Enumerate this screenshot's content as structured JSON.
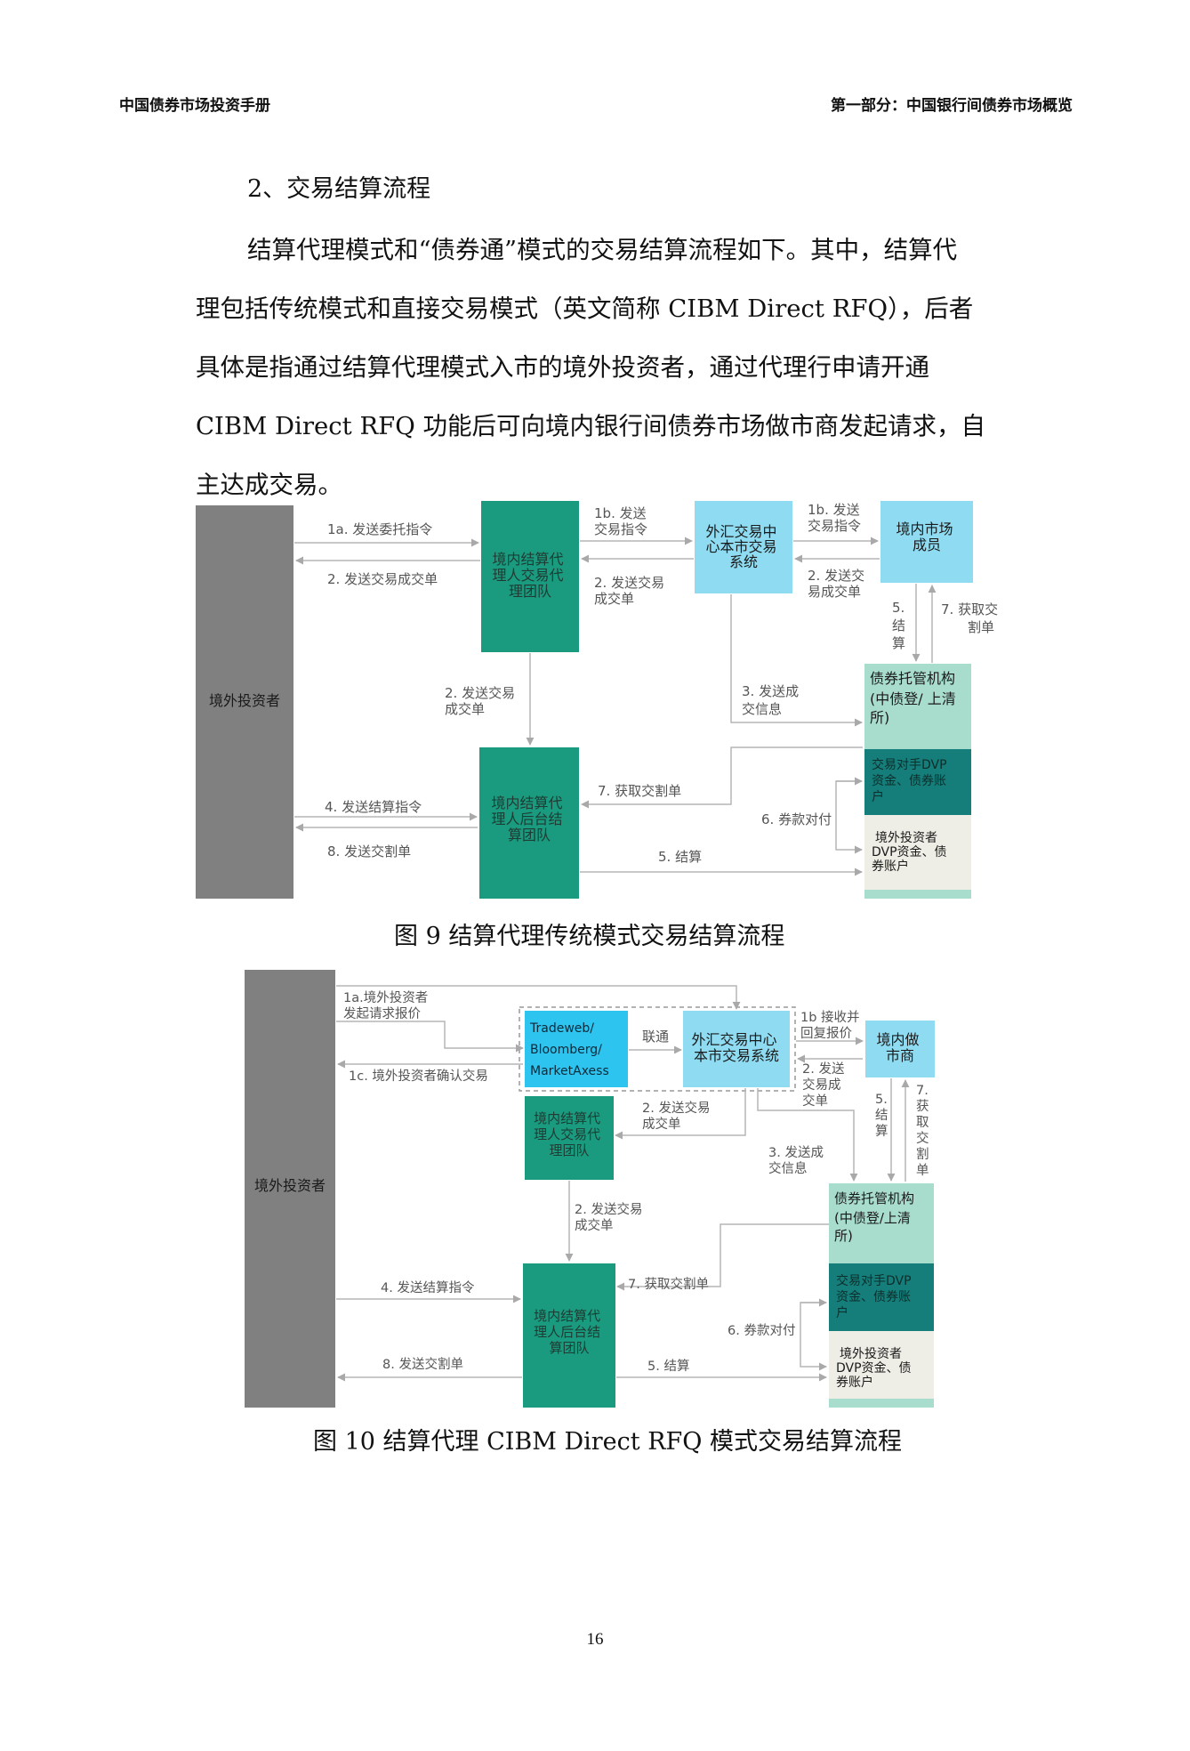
{
  "header": {
    "left": "中国债券市场投资手册",
    "right": "第一部分：中国银行间债券市场概览"
  },
  "section_title": "2、交易结算流程",
  "paragraph_lines": [
    "结算代理模式和“债券通”模式的交易结算流程如下。其中，结算代",
    "理包括传统模式和直接交易模式（英文简称 CIBM Direct RFQ），后者",
    "具体是指通过结算代理模式入市的境外投资者，通过代理行申请开通",
    "CIBM Direct RFQ 功能后可向境内银行间债券市场做市商发起请求，自",
    "主达成交易。"
  ],
  "fig9": {
    "caption": "图 9  结算代理传统模式交易结算流程",
    "investor": "境外投资者",
    "front_team": [
      "境内结算代",
      "理人交易代",
      "理团队"
    ],
    "cfets": [
      "外汇交易中",
      "心本市交易",
      "系统"
    ],
    "member": [
      "境内市场",
      "成员"
    ],
    "custodian": [
      "债券托管机构",
      "(中债登/ 上清",
      "所)"
    ],
    "dvp_counterparty": [
      "交易对手DVP",
      "资金、债券账",
      "户"
    ],
    "dvp_investor": [
      "境外投资者",
      "DVP资金、债",
      "券账户"
    ],
    "back_team": [
      "境内结算代",
      "理人后台结",
      "算团队"
    ],
    "lbl_1a": "1a. 发送委托指令",
    "lbl_2_left": "2. 发送交易成交单",
    "lbl_1b_a": [
      "1b. 发送",
      "交易指令"
    ],
    "lbl_2_mid": [
      "2. 发送交易",
      "成交单"
    ],
    "lbl_1b_b": [
      "1b. 发送",
      "交易指令"
    ],
    "lbl_2_right": [
      "2. 发送交",
      "易成交单"
    ],
    "lbl_5_settle": [
      "5.",
      "结",
      "算"
    ],
    "lbl_7_fetch": [
      "7. 获取交",
      "割单"
    ],
    "lbl_2_down": [
      "2. 发送交易",
      "成交单"
    ],
    "lbl_3": [
      "3. 发送成",
      "交信息"
    ],
    "lbl_7_get": "7. 获取交割单",
    "lbl_4": "4. 发送结算指令",
    "lbl_6": "6. 券款对付",
    "lbl_8": "8. 发送交割单",
    "lbl_5": "5. 结算"
  },
  "fig10": {
    "caption": "图 10  结算代理 CIBM Direct RFQ 模式交易结算流程",
    "investor": "境外投资者",
    "platforms": [
      "Tradeweb/",
      "Bloomberg/",
      "MarketAxess"
    ],
    "link": "联通",
    "cfets": [
      "外汇交易中心",
      "本市交易系统"
    ],
    "dealer": [
      "境内做",
      "市商"
    ],
    "front_team": [
      "境内结算代",
      "理人交易代",
      "理团队"
    ],
    "custodian": [
      "债券托管机构",
      "(中债登/上清",
      "所)"
    ],
    "dvp_counterparty": [
      "交易对手DVP",
      "资金、债券账",
      "户"
    ],
    "dvp_investor": [
      "境外投资者",
      "DVP资金、债",
      "券账户"
    ],
    "back_team": [
      "境内结算代",
      "理人后台结",
      "算团队"
    ],
    "lbl_1a": [
      "1a.境外投资者",
      "发起请求报价"
    ],
    "lbl_1c": "1c. 境外投资者确认交易",
    "lbl_1b": [
      "1b 接收并",
      "回复报价"
    ],
    "lbl_2_right": [
      "2. 发送",
      "交易成",
      "交单"
    ],
    "lbl_5_settle": [
      "5.",
      "结",
      "算"
    ],
    "lbl_7_fetch": [
      "7.",
      "获",
      "取",
      "交",
      "割",
      "单"
    ],
    "lbl_2_mid": [
      "2. 发送交易",
      "成交单"
    ],
    "lbl_3": [
      "3. 发送成",
      "交信息"
    ],
    "lbl_2_down": [
      "2. 发送交易",
      "成交单"
    ],
    "lbl_4": "4. 发送结算指令",
    "lbl_7_get": "7. 获取交割单",
    "lbl_6": "6. 券款对付",
    "lbl_8": "8. 发送交割单",
    "lbl_5": "5. 结算"
  },
  "page_number": "16",
  "colors": {
    "investor_gray": "#808080",
    "team_green": "#1a9a7e",
    "cfets_blue": "#8fdcf2",
    "platform_blue": "#2ec4f0",
    "custodian_light": "#a8dccd",
    "dvp_dark": "#157e7a",
    "dvp_cream": "#efeee6",
    "arrow_gray": "#b5b5b5"
  }
}
